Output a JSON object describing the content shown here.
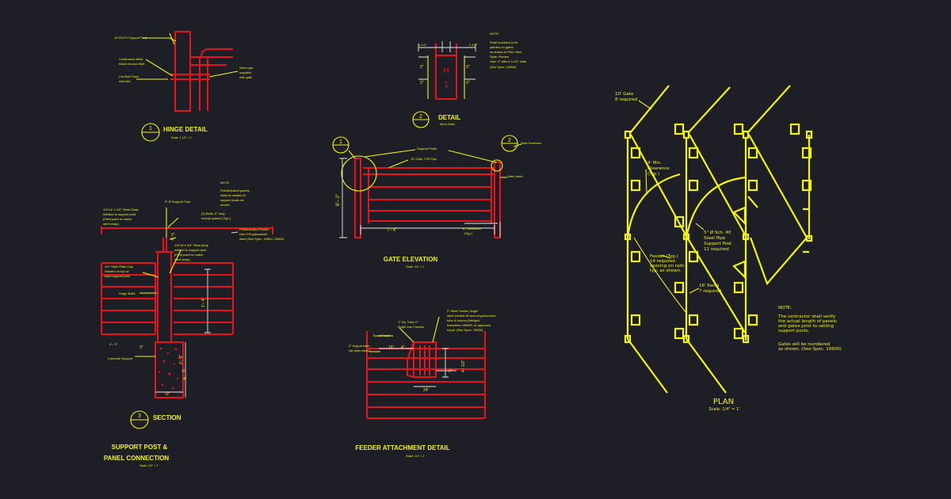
{
  "hinge": {
    "note_post": "10\"X10\"X Support Post",
    "note_weld": "Continuous Weld",
    "note_weld2": "Inside Around Bolt",
    "note_cut": "Cut Bolt Flush",
    "note_cut2": "with Nut",
    "note_pipe": "Wire rope",
    "note_pipe2": "supplied",
    "note_pipe3": "with gate",
    "bubble": "1",
    "title": "HINGE DETAIL",
    "scale": "Scale: 1 1/2\" = 1'"
  },
  "detail": {
    "dim_left": "1-1/2\"",
    "dim_right": "1-1/2\"",
    "dim_2a": "2\"",
    "dim_2b": "2\"",
    "dim_3a": "3\"",
    "dim_3b": "3\"",
    "letter": "H",
    "number": "1",
    "note_title": "NOTE",
    "note_l1": "Shall numbers to be",
    "note_l2": "painted on gates",
    "note_l3": "as shown in Plan View.",
    "note_l4": "Style: Roman",
    "note_l5": "Size: 3\" with a 3-1/2\" wide",
    "note_l6": "(See Spec. 10800)",
    "bubble": "2",
    "title": "DETAIL",
    "scale": "Not to Scale"
  },
  "gate": {
    "bubble_left": "1",
    "bubble_right": "2",
    "callout_post": "Support Posts",
    "callout_gate": "10' Gate, 2\"Ø Pipe",
    "callout_num": "Gate Numbers",
    "callout_latch": "Gate Latch",
    "dim_height": "6'– 2\"",
    "dim_width": "7'– 4\"",
    "clearance": "6\" Clearance",
    "clearance2": "(Typ.)",
    "title": "GATE ELEVATION",
    "scale": "Scale: 1/2\" = 1'"
  },
  "section": {
    "note_title": "NOTE",
    "note_l1": "Prefabricated panels",
    "note_l2": "shall be welded to",
    "note_l3": "support posts as",
    "note_l4": "shown.",
    "callout_post": "6\" Ø Support Post",
    "callout_strap": "1/4\"x4\" x 1/2\" Steel Strap",
    "callout_strap2": "Welded to support post",
    "callout_strap3": "(Field paint to match",
    "callout_strap4": "steel strap)",
    "callout_bolts": "(2) Bolts, 6\" long",
    "callout_bolts2": "evenly spaced (Typ.)",
    "callout_panels": "Prefabricated Panels",
    "callout_panels2": "Use 2\"Ø galvanized",
    "callout_panels3": "steel (See Spec. 10800, 10800)",
    "callout_plate": "1/4\"x4\"x 3/4\" Steel strap",
    "callout_plate2": "welded to support post",
    "callout_plate3": "(Field paint to match",
    "callout_plate4": "steel strap)",
    "callout_cap": "1/4\" Steel Plate Cap",
    "callout_cap2": "Welded on top of",
    "callout_cap3": "each support post",
    "hinge_bolts": "Hinge Bolts",
    "concrete": "Concrete Support",
    "dim_a": "2\"",
    "dim_b": "4\"",
    "dim_c": "1'– 4\"",
    "dim_d": "4'– 3\"",
    "dim_e": "3\"",
    "dim_f": "2'– 6\"",
    "dim_g": "6\"",
    "dim_h": "2'",
    "dim_i": "4\"",
    "bubble": "3",
    "title": "SECTION",
    "main_title_1": "SUPPORT POST &",
    "main_title_2": "PANEL CONNECTION",
    "scale": "Scale: 1/2\" = 1'"
  },
  "feeder": {
    "callout_top": "Top of Panel",
    "callout_fdr": "1\" Sq. Tube 2\"",
    "callout_fdr2": "Angle Iron Frames",
    "callout_mesh": "2' Steel Feeder, Angle",
    "callout_mesh2": "steel welded all around galvanized",
    "callout_mesh3": "tube & bottom (Bridged",
    "callout_mesh4": "Industries 10606F, or approved",
    "callout_mesh5": "equal. (See Spec. 10800)",
    "callout_left": "2\" long at each",
    "callout_left2": "rail (both sides)",
    "dim_16": "16\"",
    "dim_a": "4\"",
    "dim_b": "2\"",
    "dim_c": "4– 1/2\"",
    "dim_24": "24\"",
    "title": "FEEDER ATTACHMENT DETAIL",
    "scale": "Scale: 1/2\" = 1'"
  },
  "plan": {
    "gate_label_1": "10' Gate",
    "gate_label_2": "8 required",
    "clear_1": "4' Min.",
    "clear_2": "Clearance",
    "clear_3": "(Typ.)",
    "pipe_1": "5\" Ø Sch. 40",
    "pipe_2": "Steel Pipe",
    "pipe_3": "Support Post",
    "pipe_4": "11 required",
    "feeder_1": "Feeder (Typ.)",
    "feeder_2": "14 required",
    "feeder_3": "spacing on rails",
    "feeder_4": "typ. as shown.",
    "panel_1": "16' Panel",
    "panel_2": "7 required",
    "title": "PLAN",
    "scale": "Scale: 1/4\" = 1'",
    "note_title": "NOTE:",
    "note_l1": "The contractor shall verify",
    "note_l2": "the actual length of panels",
    "note_l3": "and gates prior to setting",
    "note_l4": "support posts.",
    "note_l5": "Gates will be numbered",
    "note_l6": "as shown.  (See Spec. 10600)"
  },
  "colors": {
    "background": "#1e1f26",
    "steel": "#e8141c",
    "annotation": "#f2f214",
    "text_alt": "#e8e8e8"
  }
}
